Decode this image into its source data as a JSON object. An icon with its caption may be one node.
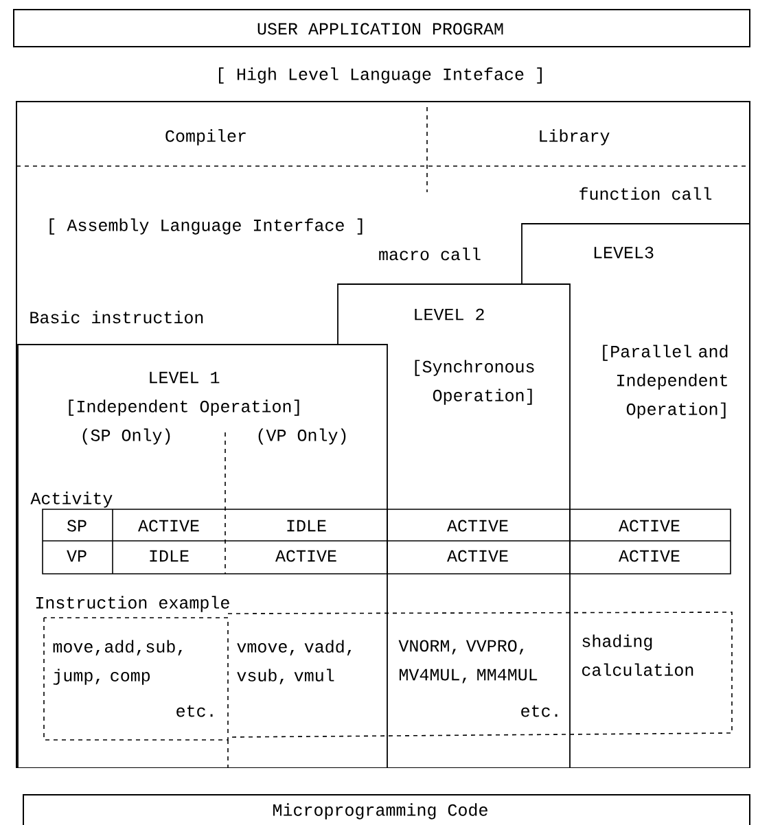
{
  "diagram": {
    "nodes": [
      {
        "text": [
          "USER APPLICATION PROGRAM"
        ]
      },
      {
        "text": [
          "Compiler",
          "Library",
          "function call",
          "[ Assembly Language Interface ]",
          "macro call",
          "Basic instruction"
        ]
      },
      {
        "text": [
          "LEVEL3",
          "[Parallel and Independent Operation]"
        ],
        "in": 1
      },
      {
        "text": [
          "LEVEL 2",
          "[Synchronous Operation]"
        ],
        "in": 1
      },
      {
        "text": [
          "LEVEL 1",
          "[Independent Operation]",
          "(SP Only)",
          "(VP Only)"
        ],
        "in": 1
      },
      {
        "text": [
          "Microprogramming Code"
        ]
      }
    ],
    "labels": [
      "[ High Level Language Inteface ]",
      "Activity",
      "SP",
      "ACTIVE",
      "IDLE",
      "ACTIVE",
      "ACTIVE",
      "VP",
      "IDLE",
      "ACTIVE",
      "ACTIVE",
      "ACTIVE",
      "Instruction example",
      "move,add,sub, jump, comp",
      "etc.",
      "vmove, vadd, vsub, vmul",
      "VNORM, VVPRO, MV4MUL, MM4MUL",
      "etc.",
      "shading calculation"
    ]
  }
}
